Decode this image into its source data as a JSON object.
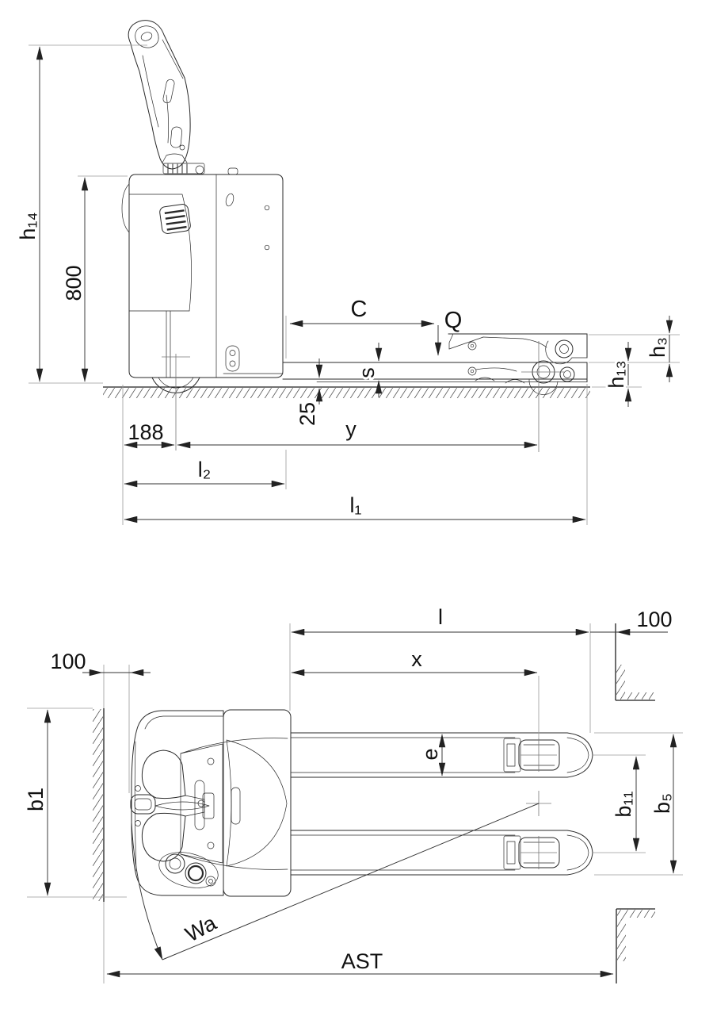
{
  "page": {
    "title": "Pallet truck dimensional drawing",
    "background": "#ffffff"
  },
  "colors": {
    "line": "#2a2a2a",
    "dimension": "#333333",
    "extension": "#9a9a9a",
    "text": "#111111"
  },
  "side_view": {
    "name": "side-elevation",
    "labels": {
      "h14": "h₁₄",
      "tiller_height": "800",
      "c": "C",
      "q": "Q",
      "s": "s",
      "fork_clearance": "25",
      "y": "y",
      "rear_to_wheel": "188",
      "l2": "l₂",
      "l1": "l₁",
      "h3": "h₃",
      "h13": "h₁₃"
    }
  },
  "plan_view": {
    "name": "top-plan",
    "labels": {
      "clearance_left": "100",
      "clearance_right": "100",
      "l": "l",
      "x": "x",
      "e": "e",
      "b1": "b1",
      "b11": "b₁₁",
      "b5": "b₅",
      "wa": "Wa",
      "ast": "AST"
    }
  }
}
